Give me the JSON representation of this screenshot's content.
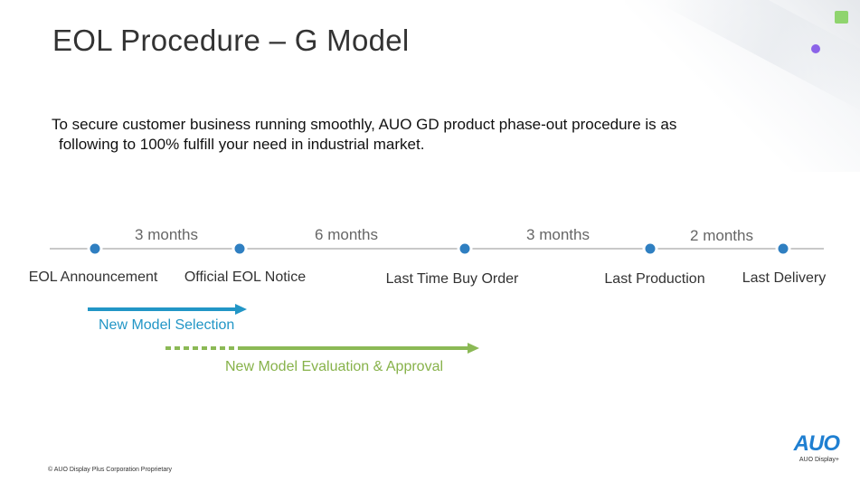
{
  "slide": {
    "title": "EOL Procedure – G Model",
    "intro_line1": "To secure customer business running smoothly, AUO GD product phase-out procedure is as",
    "intro_line2": "following to 100% fulfill your need in industrial market."
  },
  "timeline": {
    "durations": [
      "3 months",
      "6 months",
      "3 months",
      "2 months"
    ],
    "milestones": [
      "EOL Announcement",
      "Official EOL Notice",
      "Last Time Buy Order",
      "Last Production",
      "Last Delivery"
    ],
    "phases": [
      {
        "label": "New Model Selection"
      },
      {
        "label": "New Model Evaluation & Approval"
      }
    ]
  },
  "colors": {
    "node": "#2f7fc1",
    "line": "#a9a9a9",
    "phase_blue": "#2296c6",
    "phase_green": "#8bb955",
    "accent_green": "#8fd46e",
    "accent_purple": "#8b63e8",
    "logo_blue": "#1f7fd1"
  },
  "footer": {
    "copyright": "© AUO Display Plus Corporation Proprietary",
    "logo_text": "AUO",
    "logo_subtext": "AUO Display+"
  }
}
